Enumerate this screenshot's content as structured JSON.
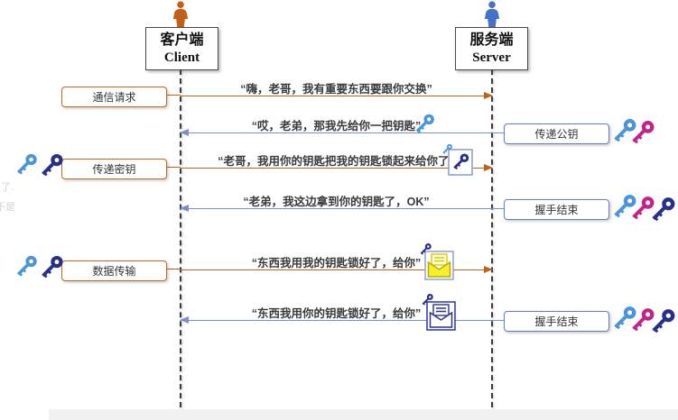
{
  "diagram": {
    "actors": {
      "client": {
        "title": "客户端",
        "subtitle": "Client"
      },
      "server": {
        "title": "服务端",
        "subtitle": "Server"
      }
    },
    "stage_labels_left": [
      {
        "label": "通信请求"
      },
      {
        "label": "传递密钥"
      },
      {
        "label": "数据传输"
      }
    ],
    "stage_labels_right": [
      {
        "label": "传递公钥"
      },
      {
        "label": "握手结束"
      },
      {
        "label": "握手结束"
      }
    ],
    "messages": [
      {
        "text": "“嗨，老哥，我有重要东西要跟你交换”",
        "direction": "right",
        "icon": "none"
      },
      {
        "text": "“哎，老弟，那我先给你一把钥匙”",
        "direction": "left",
        "icon": "blue-key"
      },
      {
        "text": "“老哥，我用你的钥匙把我的钥匙锁起来给你了”",
        "direction": "right",
        "icon": "locked-key-box"
      },
      {
        "text": "“老弟，我这边拿到你的钥匙了，OK”",
        "direction": "left",
        "icon": "none"
      },
      {
        "text": "“东西我用我的钥匙锁好了，给你”",
        "direction": "right",
        "icon": "yellow-envelope-with-key"
      },
      {
        "text": "“东西我用你的钥匙锁好了，给你”",
        "direction": "left",
        "icon": "white-envelope-with-key"
      }
    ],
    "colors": {
      "client_accent": "#bf6116",
      "server_accent": "#5d7ec9",
      "key_public_blue": "#4a94da",
      "key_session_magenta": "#c2238a",
      "key_private_navy": "#272f8a"
    },
    "edge_fragments": {
      "frag1": "了.",
      "frag2": "不是"
    }
  }
}
